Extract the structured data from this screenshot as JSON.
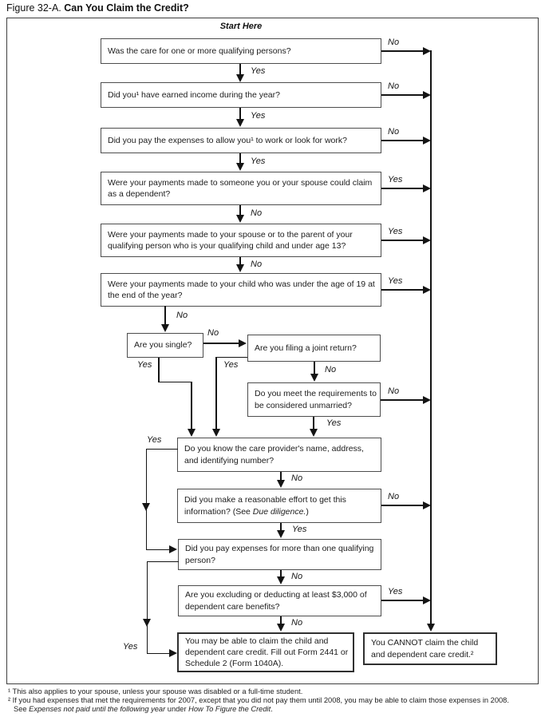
{
  "figure": {
    "label": "Figure 32-A.",
    "title": "Can You Claim the Credit?",
    "start": "Start Here"
  },
  "labels": {
    "yes": "Yes",
    "no": "No"
  },
  "questions": {
    "qualifying_persons": "Was the care for one or more qualifying persons?",
    "earned_income": "Did you¹ have earned income during the year?",
    "expenses_to_work": "Did you pay the expenses to allow you¹ to work or look for work?",
    "payments_dependent": "Were your payments made to someone you or your spouse could claim as a dependent?",
    "payments_spouse_parent": "Were your payments made to your spouse or to the parent of your qualifying person who is your qualifying child and under age 13?",
    "payments_child_19": "Were your payments made to your child who was under the age of 19 at the end of the year?",
    "single": "Are you single?",
    "joint_return": "Are you filing a joint return?",
    "unmarried": "Do you meet the requirements to be considered unmarried?",
    "provider_info": "Do you know the care provider's name, address, and identifying number?",
    "effort_pre": "Did you make a reasonable effort to get this information? (See ",
    "effort_italic": "Due diligence.",
    "effort_post": ")",
    "multiple_persons": "Did you pay expenses for more than one qualifying person?",
    "excluding_benefits": "Are you excluding or deducting at least $3,000 of dependent care benefits?"
  },
  "results": {
    "may_claim": "You may be able to claim the child and dependent care credit. Fill out Form 2441 or Schedule 2 (Form 1040A).",
    "cannot_claim": "You CANNOT claim the child and dependent care credit.²"
  },
  "footnotes": {
    "f1": "¹ This also applies to your spouse, unless your spouse was disabled or a full-time student.",
    "f2_line1": "² If you had expenses that met the requirements for 2007, except that you did not pay them until 2008, you may be able to claim those expenses in 2008.",
    "f2_see": "See ",
    "f2_italic1": "Expenses not paid until the following year",
    "f2_under": " under ",
    "f2_italic2": "How To Figure the Credit",
    "f2_period": "."
  },
  "colors": {
    "line": "#141414",
    "box_border": "#4d4d4d",
    "text": "#1c1c1c",
    "background": "#ffffff"
  }
}
